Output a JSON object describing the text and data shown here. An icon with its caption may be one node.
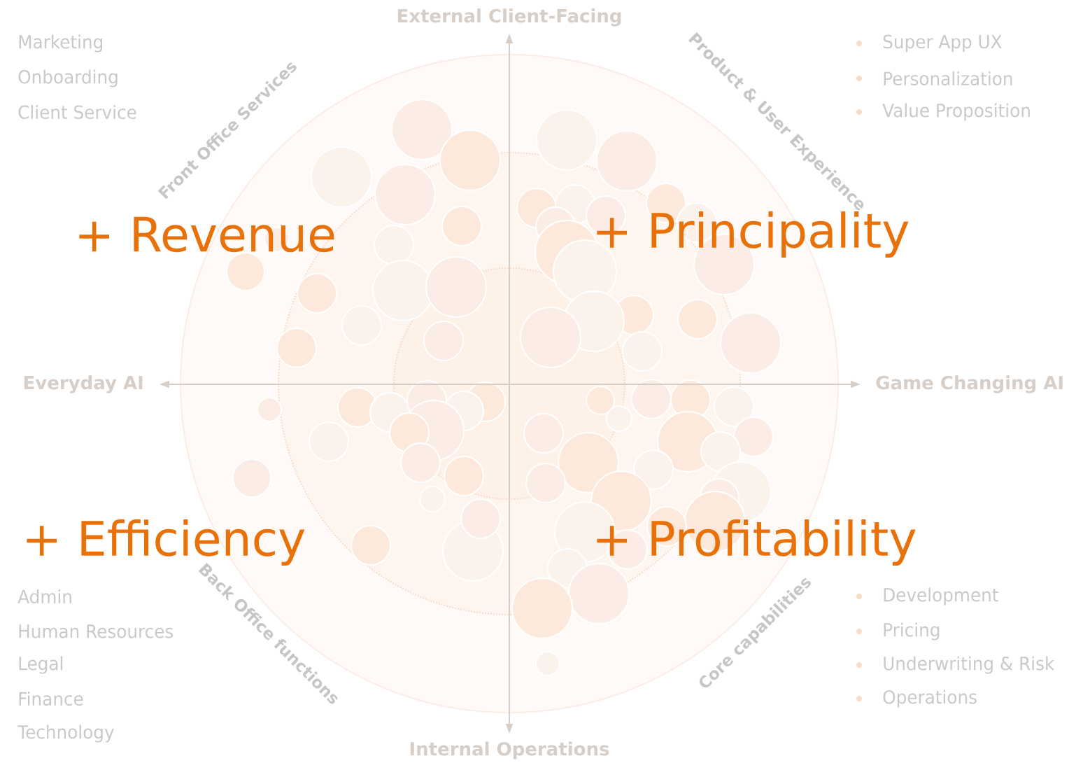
{
  "diagram": {
    "labels": [
      "External Client-Facing",
      "Marketing",
      "Onboarding",
      "Client Service",
      "Super App UX",
      "Personalization",
      "Value Proposition",
      "Front Office Services",
      "Product & User Experience",
      "+ Revenue",
      "+ Principality",
      "Everyday AI",
      "Game Changing AI",
      "+ Efficiency",
      "+ Profitability",
      "Admin",
      "Development",
      "Back Office functions",
      "Core capabilities",
      "Human Resources",
      "Pricing",
      "Legal",
      "Underwriting & Risk",
      "Finance",
      "Operations",
      "Technology",
      "Internal Operations"
    ]
  }
}
